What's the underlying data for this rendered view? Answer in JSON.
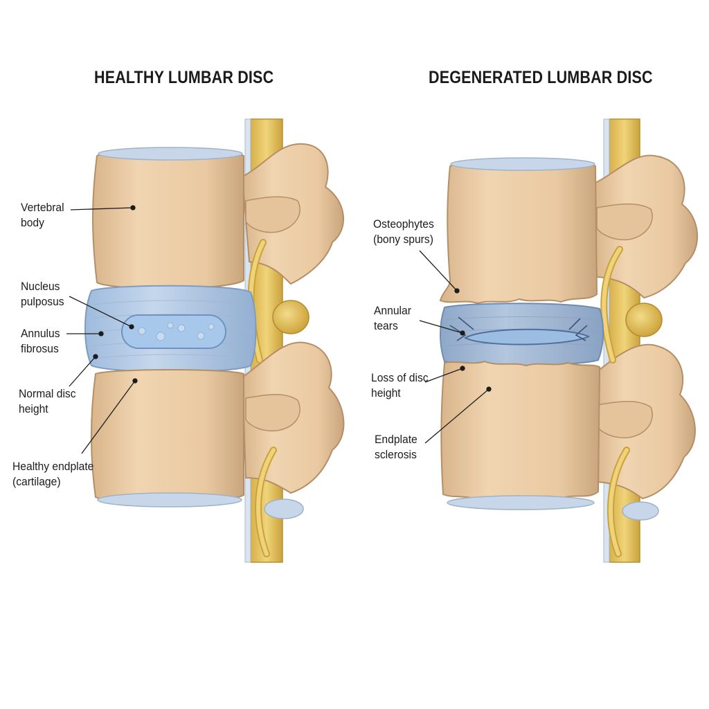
{
  "titles": {
    "healthy": "HEALTHY LUMBAR DISC",
    "degenerated": "DEGENERATED LUMBAR DISC"
  },
  "healthy_labels": {
    "vertebral_body": [
      "Vertebral",
      "body"
    ],
    "nucleus_pulposus": [
      "Nucleus",
      "pulposus"
    ],
    "annulus_fibrosus": [
      "Annulus",
      "fibrosus"
    ],
    "normal_disc_height": [
      "Normal disc",
      "height"
    ],
    "healthy_endplate": [
      "Healthy endplate",
      "(cartilage)"
    ]
  },
  "degenerated_labels": {
    "osteophytes": [
      "Osteophytes",
      "(bony spurs)"
    ],
    "annular_tears": [
      "Annular",
      "tears"
    ],
    "loss_of_disc_height": [
      "Loss of disc",
      "height"
    ],
    "endplate_sclerosis": [
      "Endplate",
      "sclerosis"
    ]
  },
  "colors": {
    "bone": "#e8c9a2",
    "bone_shadow": "#c9a57d",
    "disc": "#a9c4e3",
    "disc_dark": "#8aa6c8",
    "nucleus": "#9cc1e6",
    "nerve": "#e6c45a",
    "nerve_dark": "#c9a33a"
  }
}
